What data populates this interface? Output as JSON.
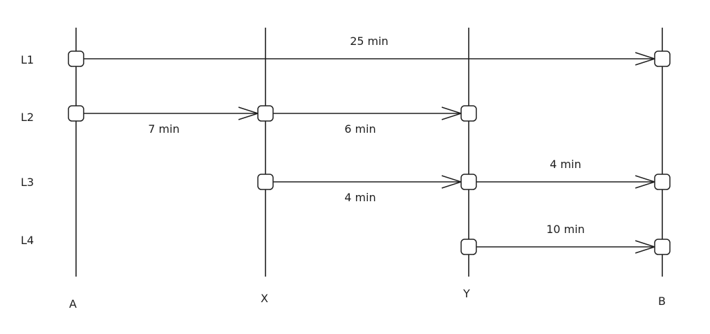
{
  "stations": [
    {
      "id": "A",
      "label": "A"
    },
    {
      "id": "X",
      "label": "X"
    },
    {
      "id": "Y",
      "label": "Y"
    },
    {
      "id": "B",
      "label": "B"
    }
  ],
  "lines": [
    {
      "id": "L1",
      "label": "L1"
    },
    {
      "id": "L2",
      "label": "L2"
    },
    {
      "id": "L3",
      "label": "L3"
    },
    {
      "id": "L4",
      "label": "L4"
    }
  ],
  "segments": [
    {
      "line": "L1",
      "from": "A",
      "to": "B",
      "label": "25 min",
      "label_side": "above"
    },
    {
      "line": "L2",
      "from": "A",
      "to": "X",
      "label": "7 min",
      "label_side": "below"
    },
    {
      "line": "L2",
      "from": "X",
      "to": "Y",
      "label": "6 min",
      "label_side": "below"
    },
    {
      "line": "L3",
      "from": "X",
      "to": "Y",
      "label": "4 min",
      "label_side": "below"
    },
    {
      "line": "L3",
      "from": "Y",
      "to": "B",
      "label": "4 min",
      "label_side": "above"
    },
    {
      "line": "L4",
      "from": "Y",
      "to": "B",
      "label": "10 min",
      "label_side": "above"
    }
  ]
}
